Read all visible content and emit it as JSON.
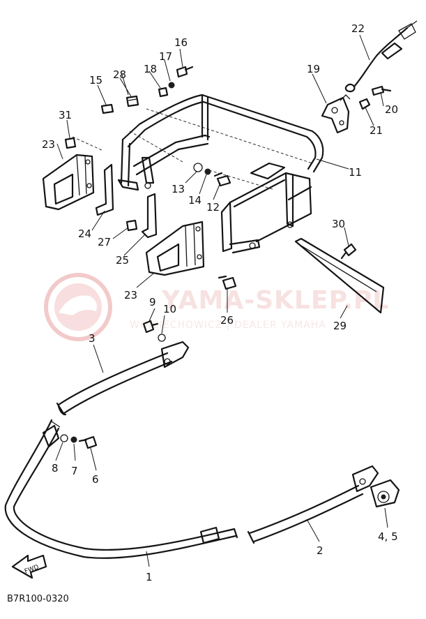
{
  "diagram": {
    "code": "B7R100-0320",
    "fwd_label": "FWD",
    "watermark": {
      "title": "YAMA-SKLEP.PL",
      "subtitle": "WOJCIECHOWICZ | DEALER YAMAHA",
      "color": "#e8a0a0"
    },
    "callouts": [
      "1",
      "2",
      "3",
      "4, 5",
      "6",
      "7",
      "8",
      "9",
      "10",
      "11",
      "12",
      "13",
      "14",
      "15",
      "16",
      "17",
      "18",
      "19",
      "20",
      "21",
      "22",
      "23",
      "23",
      "24",
      "25",
      "26",
      "27",
      "28",
      "29",
      "30",
      "31"
    ]
  }
}
